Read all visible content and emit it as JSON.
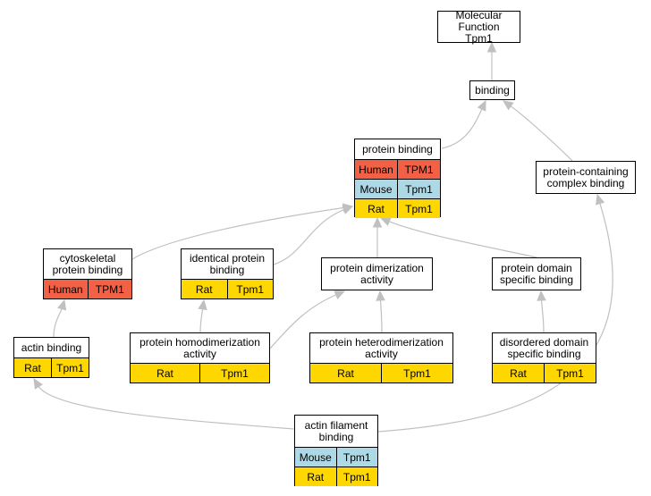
{
  "colors": {
    "human": "#f26045",
    "mouse": "#add8e6",
    "rat": "#ffd700",
    "edge": "#c0c0c0"
  },
  "nodes": {
    "molecular_function": {
      "title": "Molecular Function\nTpm1",
      "rows": []
    },
    "binding": {
      "title": "binding",
      "rows": []
    },
    "protein_binding": {
      "title": "protein binding",
      "rows": [
        {
          "species": "Human",
          "gene": "TPM1"
        },
        {
          "species": "Mouse",
          "gene": "Tpm1"
        },
        {
          "species": "Rat",
          "gene": "Tpm1"
        }
      ]
    },
    "protein_containing_complex_binding": {
      "title": "protein-containing\ncomplex binding",
      "rows": []
    },
    "cytoskeletal_protein_binding": {
      "title": "cytoskeletal\nprotein binding",
      "rows": [
        {
          "species": "Human",
          "gene": "TPM1"
        }
      ]
    },
    "identical_protein_binding": {
      "title": "identical protein\nbinding",
      "rows": [
        {
          "species": "Rat",
          "gene": "Tpm1"
        }
      ]
    },
    "protein_dimerization_activity": {
      "title": "protein dimerization\nactivity",
      "rows": []
    },
    "protein_domain_specific_binding": {
      "title": "protein domain\nspecific binding",
      "rows": []
    },
    "actin_binding": {
      "title": "actin binding",
      "rows": [
        {
          "species": "Rat",
          "gene": "Tpm1"
        }
      ]
    },
    "protein_homodimerization_activity": {
      "title": "protein homodimerization\nactivity",
      "rows": [
        {
          "species": "Rat",
          "gene": "Tpm1"
        }
      ]
    },
    "protein_heterodimerization_activity": {
      "title": "protein heterodimerization\nactivity",
      "rows": [
        {
          "species": "Rat",
          "gene": "Tpm1"
        }
      ]
    },
    "disordered_domain_specific_binding": {
      "title": "disordered domain\nspecific binding",
      "rows": [
        {
          "species": "Rat",
          "gene": "Tpm1"
        }
      ]
    },
    "actin_filament_binding": {
      "title": "actin filament\nbinding",
      "rows": [
        {
          "species": "Mouse",
          "gene": "Tpm1"
        },
        {
          "species": "Rat",
          "gene": "Tpm1"
        }
      ]
    }
  },
  "edges": [
    {
      "from": "binding",
      "to": "molecular_function"
    },
    {
      "from": "protein_binding",
      "to": "binding"
    },
    {
      "from": "protein_containing_complex_binding",
      "to": "binding"
    },
    {
      "from": "cytoskeletal_protein_binding",
      "to": "protein_binding"
    },
    {
      "from": "identical_protein_binding",
      "to": "protein_binding"
    },
    {
      "from": "protein_dimerization_activity",
      "to": "protein_binding"
    },
    {
      "from": "protein_domain_specific_binding",
      "to": "protein_binding"
    },
    {
      "from": "actin_binding",
      "to": "cytoskeletal_protein_binding"
    },
    {
      "from": "protein_homodimerization_activity",
      "to": "identical_protein_binding"
    },
    {
      "from": "protein_homodimerization_activity",
      "to": "protein_dimerization_activity"
    },
    {
      "from": "protein_heterodimerization_activity",
      "to": "protein_dimerization_activity"
    },
    {
      "from": "disordered_domain_specific_binding",
      "to": "protein_domain_specific_binding"
    },
    {
      "from": "actin_filament_binding",
      "to": "actin_binding"
    },
    {
      "from": "actin_filament_binding",
      "to": "protein_containing_complex_binding"
    }
  ]
}
